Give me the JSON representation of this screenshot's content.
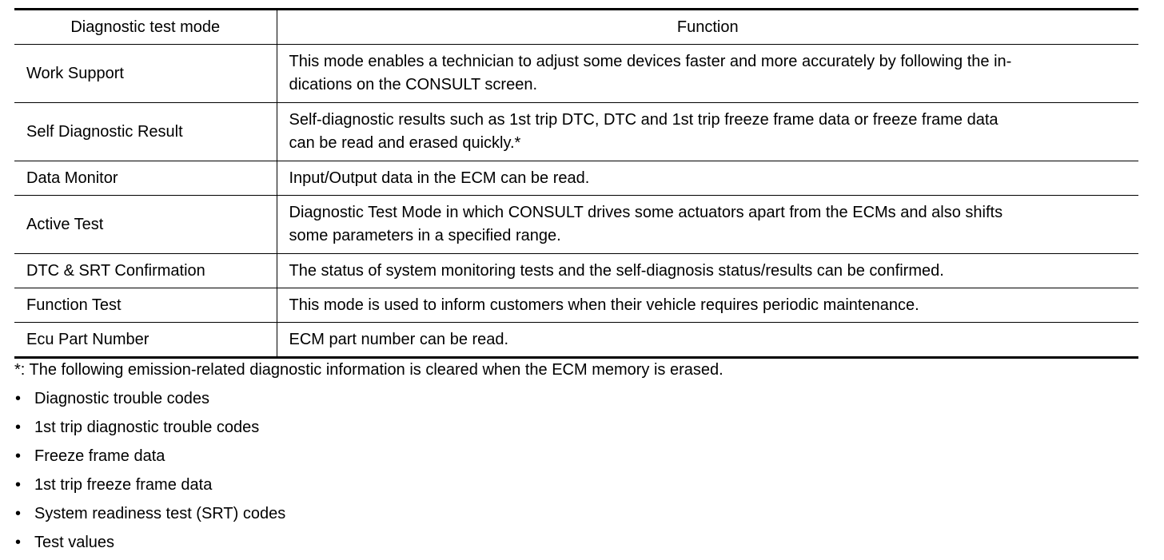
{
  "table": {
    "headers": [
      "Diagnostic test mode",
      "Function"
    ],
    "rows": [
      {
        "mode": "Work Support",
        "function": "This mode enables a technician to adjust some devices faster and more accurately by following the in-dications on the CONSULT screen.",
        "function_line1": "This mode enables a technician to adjust some devices faster and more accurately by following the in-",
        "function_line2": "dications on the CONSULT screen."
      },
      {
        "mode": "Self Diagnostic Result",
        "function_line1": "Self-diagnostic results such as 1st trip DTC, DTC and 1st trip freeze frame data or freeze frame data",
        "function_line2": "can be read and erased quickly.*"
      },
      {
        "mode": "Data Monitor",
        "function_line1": "Input/Output data in the ECM can be read."
      },
      {
        "mode": "Active Test",
        "function_line1": "Diagnostic Test Mode in which CONSULT drives some actuators apart from the ECMs and also shifts",
        "function_line2": "some parameters in a specified range."
      },
      {
        "mode": "DTC & SRT Confirmation",
        "function_line1": "The status of system monitoring tests and the self-diagnosis status/results can be confirmed."
      },
      {
        "mode": "Function Test",
        "function_line1": "This mode is used to inform customers when their vehicle requires periodic maintenance."
      },
      {
        "mode": "Ecu Part Number",
        "function_line1": "ECM part number can be read."
      }
    ]
  },
  "footnote": "*: The following emission-related diagnostic information is cleared when the ECM memory is erased.",
  "bullet_symbol": "•",
  "items": [
    "Diagnostic trouble codes",
    "1st trip diagnostic trouble codes",
    "Freeze frame data",
    "1st trip freeze frame data",
    "System readiness test (SRT) codes",
    "Test values"
  ]
}
